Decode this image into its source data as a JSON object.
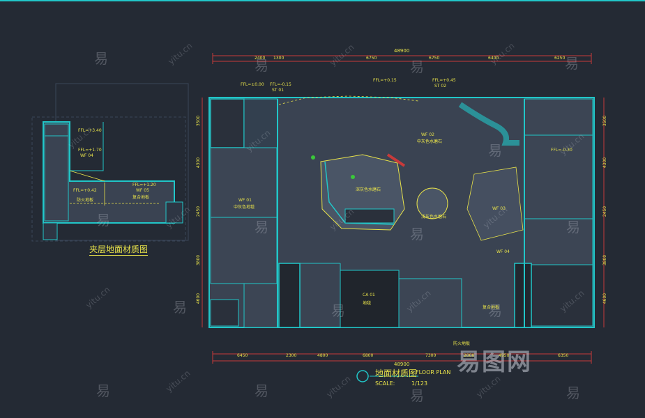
{
  "colors": {
    "background": "#242a34",
    "wall": "#21c6c8",
    "text": "#e8e24a",
    "dim": "#c83a3a",
    "floor": "#3a4352"
  },
  "mezzanine": {
    "title": "夹层地面材质图",
    "tags": [
      "FFL=+3.40",
      "FFL=+1.70",
      "FFL=+1.20",
      "FFL=+0.42",
      "WF 04",
      "WF 05",
      "复合地板",
      "防火地板"
    ]
  },
  "floor_plan": {
    "title_cn": "地面材质图",
    "title_en": "FLOOR PLAN",
    "scale_label": "SCALE:",
    "scale_value": "1/123",
    "top_dims": [
      "2400",
      "1300",
      "6750",
      "6750",
      "6400",
      "6250"
    ],
    "total_dim": "48900",
    "bottom_dims": [
      "6450",
      "2300",
      "4800",
      "6800",
      "7300",
      "2000",
      "4950",
      "6350"
    ],
    "bottom_total": "48900",
    "left_dims": [
      "3500",
      "4300",
      "2450",
      "3800",
      "4600"
    ],
    "right_dims": [
      "3500",
      "4300",
      "2450",
      "3800",
      "4600"
    ],
    "room_tags": [
      "FFL=±0.00",
      "FFL=-0.15",
      "FFL=+0.15",
      "FFL=+0.45",
      "FFL=-0.30",
      "WF 01",
      "WF 02",
      "WF 03",
      "WF 04",
      "ST 01",
      "ST 02",
      "CA 01",
      "中灰色水磨石",
      "深灰色水磨石",
      "浅灰色水磨石",
      "中灰色地毯",
      "复合地板",
      "防火地板",
      "地毯"
    ]
  },
  "watermark": {
    "cn": "易",
    "url": "yitu.cn",
    "brand": "易图网"
  }
}
